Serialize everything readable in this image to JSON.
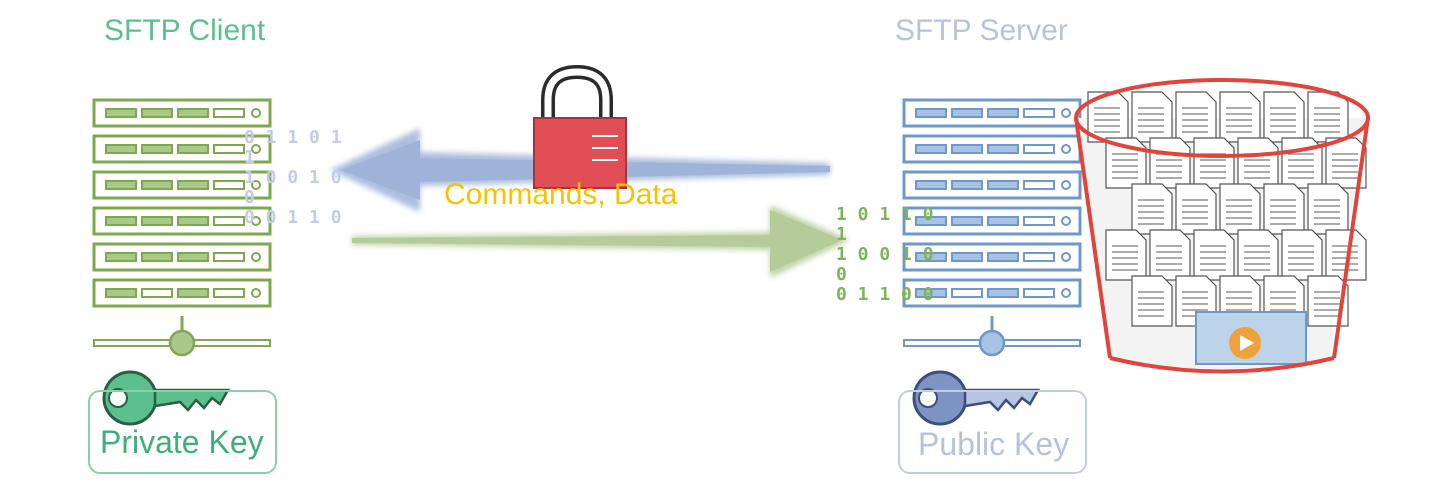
{
  "client": {
    "title": "SFTP Client",
    "key_label": "Private Key",
    "key_icon": "key-icon"
  },
  "server": {
    "title": "SFTP Server",
    "key_label": "Public Key",
    "key_icon": "key-icon"
  },
  "flow": {
    "label": "Commands, Data",
    "lock_icon": "padlock-icon"
  },
  "storage": {
    "icon": "file-bucket-icon"
  },
  "colors": {
    "client_green": "#7ea74f",
    "server_blue": "#6f97c8",
    "arrow_blue": "#9fb3d8",
    "arrow_green": "#b5cc9a",
    "label_yellow": "#f7c300",
    "lock_red": "#e14f56",
    "bucket_red": "#e0453b"
  },
  "bits": {
    "left": [
      "0 1 1 0 1 1",
      "1 0 0 1 0 0",
      "0 0 1 1 0"
    ],
    "right": [
      "1 0 1 1 0 1",
      "1 0 0 1 0 0",
      "0 1 1 0 0"
    ]
  }
}
